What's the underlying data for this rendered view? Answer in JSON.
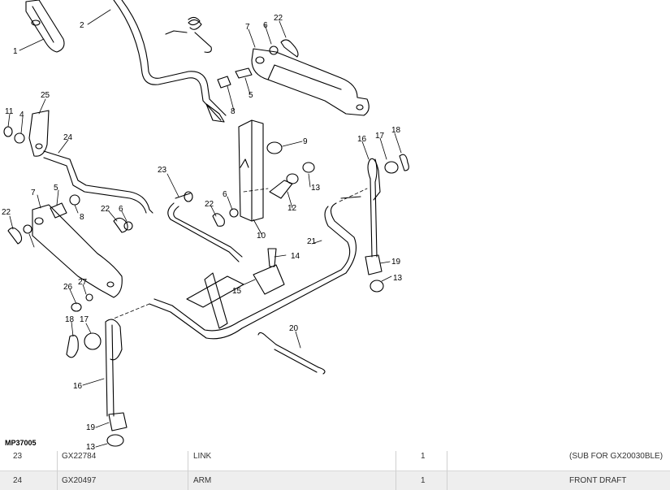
{
  "figure": {
    "id": "MP37005",
    "callouts": [
      "1",
      "2",
      "4",
      "5",
      "5",
      "6",
      "6",
      "6",
      "7",
      "7",
      "8",
      "8",
      "9",
      "10",
      "11",
      "12",
      "13",
      "13",
      "13",
      "14",
      "15",
      "16",
      "16",
      "17",
      "17",
      "18",
      "18",
      "19",
      "19",
      "20",
      "21",
      "22",
      "22",
      "22",
      "22",
      "23",
      "24",
      "25",
      "26",
      "27"
    ]
  },
  "parts_table": {
    "rows": [
      {
        "ref": "23",
        "part_no": "GX22784",
        "description": "LINK",
        "qty": "1",
        "remarks": "(SUB FOR GX20030BLE)"
      },
      {
        "ref": "24",
        "part_no": "GX20497",
        "description": "ARM",
        "qty": "1",
        "remarks": "FRONT DRAFT"
      }
    ]
  }
}
